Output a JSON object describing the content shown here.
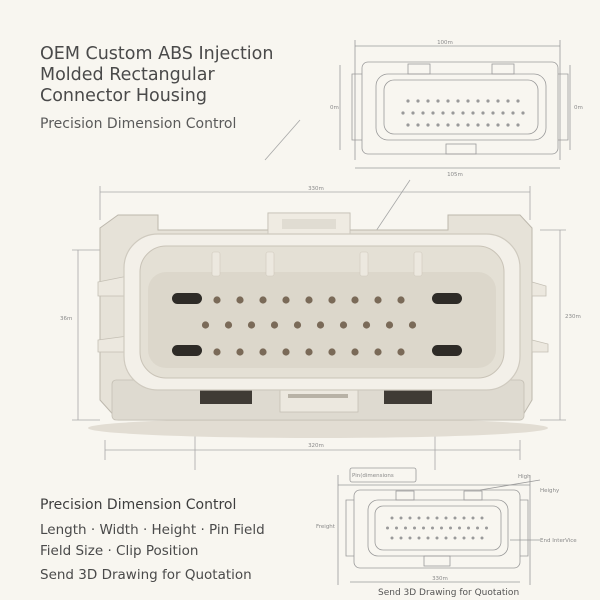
{
  "header": {
    "title": "OEM Custom ABS Injection Molded Rectangular Connector Housing",
    "subtitle": "Precision Dimension Control"
  },
  "info": {
    "heading": "Precision Dimension Control",
    "line1": "Length · Width · Height · Pin Field",
    "line2": "Field Size · Clip Position",
    "cta": "Send 3D Drawing for Quotation"
  },
  "bottom_drawing": {
    "caption": "Send 3D Drawing for Quotation"
  },
  "colors": {
    "background": "#f8f6f0",
    "housing": "#ece8df",
    "outline": "#8a8a8a",
    "pin": "#7a6a58",
    "slot": "#3a3a3a"
  }
}
